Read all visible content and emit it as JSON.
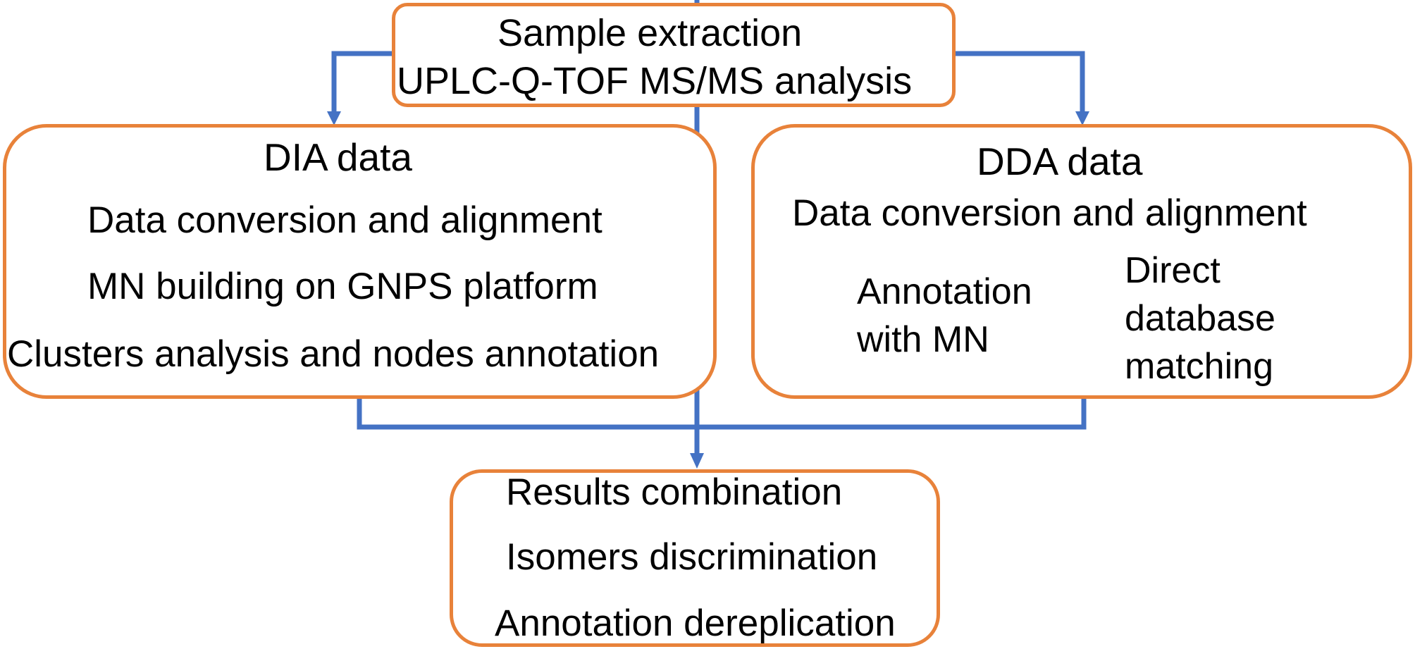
{
  "colors": {
    "box_border": "#E8823A",
    "arrow": "#4472C4",
    "text": "#000000",
    "background": "#ffffff"
  },
  "top_box": {
    "line1": "Sample extraction",
    "line2": "UPLC-Q-TOF MS/MS analysis"
  },
  "dia_box": {
    "title": "DIA data",
    "step1": "Data conversion and alignment",
    "step2": "MN building on GNPS platform",
    "step3": "Clusters analysis and nodes annotation"
  },
  "dda_box": {
    "title": "DDA data",
    "step1": "Data conversion and alignment",
    "option1_line1": "Annotation",
    "option1_line2": "with MN",
    "option2_line1": "Direct",
    "option2_line2": "database",
    "option2_line3": "matching"
  },
  "bottom_box": {
    "line1": "Results combination",
    "line2": "Isomers discrimination",
    "line3": "Annotation dereplication"
  }
}
